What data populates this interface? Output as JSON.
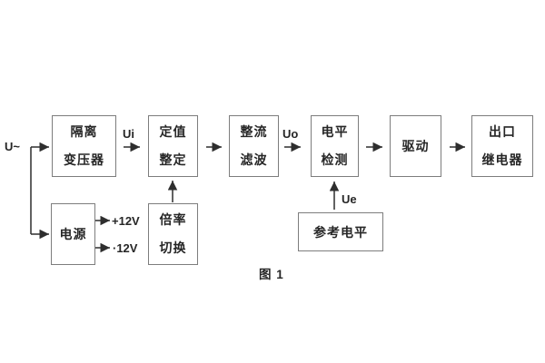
{
  "figure": {
    "caption": "图 1"
  },
  "labels": {
    "input": "U~",
    "ui": "Ui",
    "uo": "Uo",
    "ue": "Ue",
    "plus12": "+12V",
    "minus12": "·12V"
  },
  "blocks": {
    "transformer": {
      "line1": "隔离",
      "line2": "变压器"
    },
    "setting": {
      "line1": "定值",
      "line2": "整定"
    },
    "rectifier": {
      "line1": "整流",
      "line2": "滤波"
    },
    "level_detect": {
      "line1": "电平",
      "line2": "检测"
    },
    "drive": {
      "line1": "驱动"
    },
    "output_relay": {
      "line1": "出口",
      "line2": "继电器"
    },
    "power": {
      "line1": "电源"
    },
    "ratio_switch": {
      "line1": "倍率",
      "line2": "切换"
    },
    "reference": {
      "line1": "参考电平"
    }
  },
  "colors": {
    "background": "#ffffff",
    "box_border": "#7d7d7d",
    "connector": "#2e2e2e",
    "text": "#262626"
  }
}
